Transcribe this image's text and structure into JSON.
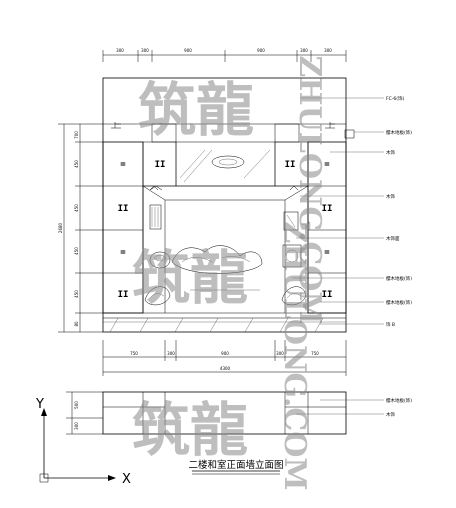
{
  "title": "二楼和室正面墙立面图",
  "top_dims": [
    "300",
    "300",
    "900",
    "900",
    "300",
    "300"
  ],
  "bottom_dims": [
    "750",
    "300",
    "900",
    "300",
    "750"
  ],
  "bottom_total": "4300",
  "left_dims": [
    "700",
    "450",
    "450",
    "450",
    "450",
    "80"
  ],
  "left_total": "2680",
  "plan_dims": [
    "500",
    "300"
  ],
  "callouts": [
    "FC-6(饰)",
    "樱木地板(饰)",
    "木饰",
    "木饰",
    "木饰面",
    "樱木地板(饰)",
    "樱木地板(饰)",
    "饰 B",
    "樱木地板(饰)",
    "木饰"
  ],
  "door_mark": "II",
  "panel_mark": "=",
  "axes": {
    "x": "X",
    "y": "Y"
  },
  "watermark": {
    "brand": "筑龍",
    "site": "ZHULONG.COM"
  }
}
